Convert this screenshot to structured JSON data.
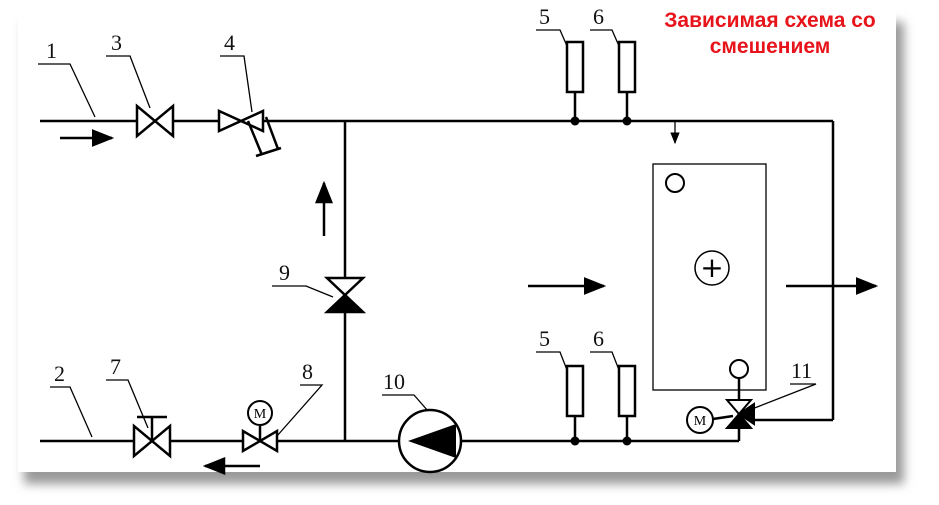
{
  "title": {
    "line1": "Зависимая схема со",
    "line2": "смешением"
  },
  "labels": {
    "l1": "1",
    "l2": "2",
    "l3": "3",
    "l4": "4",
    "l5a": "5",
    "l6a": "6",
    "l5b": "5",
    "l6b": "6",
    "l7": "7",
    "l8": "8",
    "l9": "9",
    "l10": "10",
    "l11": "11"
  },
  "symbols": {
    "motor_8": "М",
    "motor_11": "М",
    "heater": "+"
  },
  "colors": {
    "title": "#e8141b",
    "lines": "#000000",
    "shadow": "#9a9a9a"
  }
}
